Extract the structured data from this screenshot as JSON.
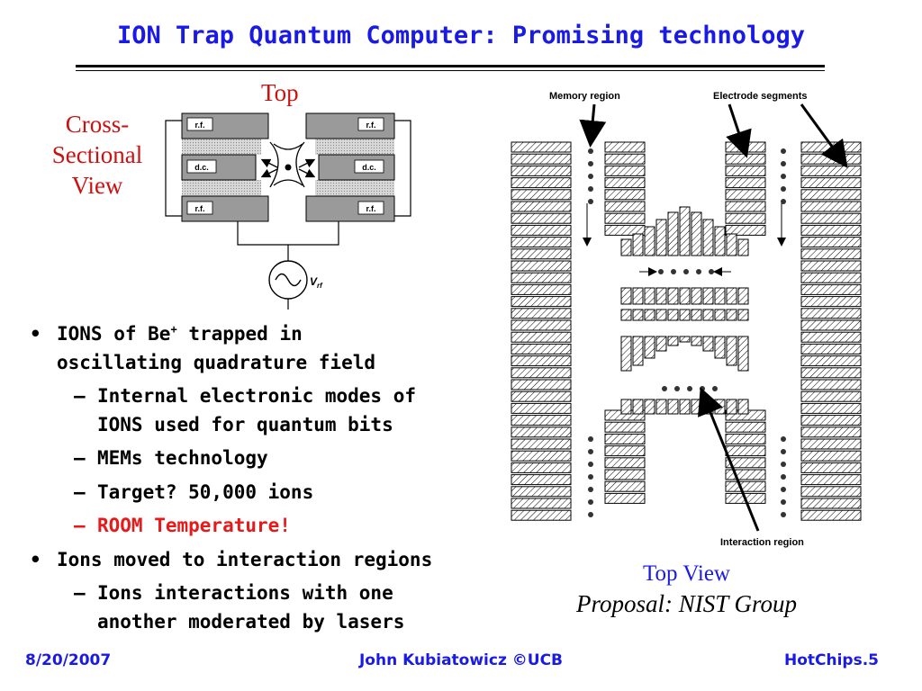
{
  "slide": {
    "title": "ION Trap Quantum Computer: Promising technology"
  },
  "cross_section": {
    "top_label": "Top",
    "side_label": [
      "Cross-",
      "Sectional",
      "View"
    ],
    "electrode_labels": [
      "r.f.",
      "r.f.",
      "d.c.",
      "d.c.",
      "r.f.",
      "r.f."
    ],
    "source_label": "V",
    "source_subscript": "rf"
  },
  "top_view": {
    "memory_label": "Memory region",
    "electrode_label": "Electrode segments",
    "interaction_label": "Interaction region",
    "caption": "Top View",
    "proposal": "Proposal: NIST Group"
  },
  "bullets": {
    "b1_pre": "IONS of Be",
    "b1_sup": "+",
    "b1_post1": " trapped in",
    "b1_line2": "oscillating quadrature field",
    "s1_line1": "Internal electronic modes of",
    "s1_line2": "IONS used for quantum bits",
    "s2": "MEMs technology",
    "s3": "Target? 50,000 ions",
    "s4": "ROOM Temperature!",
    "b2": "Ions moved to interaction regions",
    "s5_line1": "Ions interactions with one",
    "s5_line2": "another moderated by lasers",
    "dot_glyph": "•",
    "dash_glyph": "–"
  },
  "footer": {
    "date": "8/20/2007",
    "author": "John Kubiatowicz ©UCB",
    "page": "HotChips.5"
  }
}
